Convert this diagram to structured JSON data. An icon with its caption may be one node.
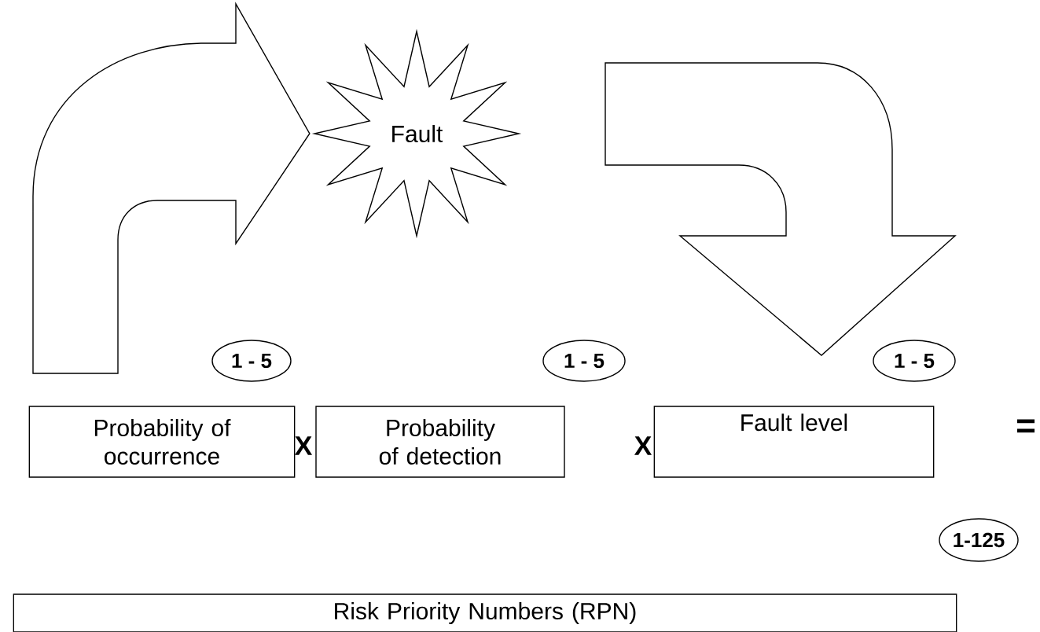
{
  "diagram": {
    "nodes": [
      {
        "text": [
          "Probability of occurrence"
        ]
      },
      {
        "text": [
          "1 - 5"
        ]
      },
      {
        "text": [
          "Probability of detection"
        ]
      },
      {
        "text": [
          "1 - 5"
        ]
      },
      {
        "text": [
          "Fault level"
        ]
      },
      {
        "text": [
          "1 - 5"
        ]
      },
      {
        "text": [
          "Fault"
        ]
      },
      {
        "text": [
          "1-125"
        ]
      },
      {
        "text": [
          "Risk Priority Numbers (RPN)"
        ]
      }
    ],
    "edges": [
      {
        "from": 0,
        "to": 6,
        "arrow": "to"
      },
      {
        "from": 6,
        "to": 4,
        "arrow": "to"
      }
    ],
    "labels": [
      "X",
      "X",
      "="
    ]
  }
}
